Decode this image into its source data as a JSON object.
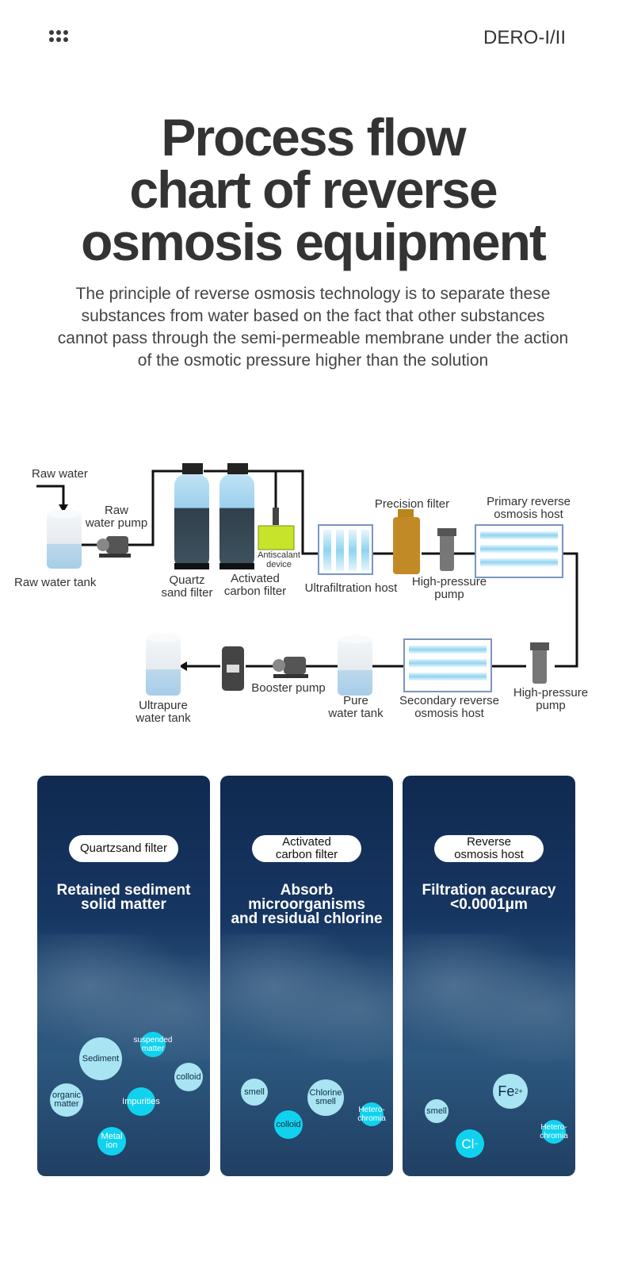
{
  "header": {
    "brand": "DERO-I/II"
  },
  "hero": {
    "title_lines": [
      "Process flow",
      "chart of reverse",
      "osmosis equipment"
    ],
    "subtitle": "The principle of reverse osmosis technology is to separate these substances from water based on the fact that other substances cannot pass through the semi-permeable membrane under the action of the osmotic pressure higher than the solution"
  },
  "diagram": {
    "raw_water": "Raw water",
    "raw_water_pump": [
      "Raw",
      "water pump"
    ],
    "raw_water_tank": "Raw water tank",
    "quartz_sand_filter": [
      "Quartz",
      "sand filter"
    ],
    "activated_carbon_filter": [
      "Activated",
      "carbon filter"
    ],
    "antiscalant_device": [
      "Antiscalant",
      "device"
    ],
    "ultrafiltration_host": "Ultrafiltration host",
    "precision_filter": "Precision filter",
    "high_pressure_pump_1": [
      "High-pressure",
      "pump"
    ],
    "primary_ro_host": [
      "Primary reverse",
      "osmosis host"
    ],
    "high_pressure_pump_2": [
      "High-pressure",
      "pump"
    ],
    "secondary_ro_host": [
      "Secondary reverse",
      "osmosis host"
    ],
    "pure_water_tank": [
      "Pure",
      "water tank"
    ],
    "booster_pump": "Booster pump",
    "ultrapure_water_tank": [
      "Ultrapure",
      "water tank"
    ]
  },
  "cards": [
    {
      "pill": "Quartzsand filter",
      "text_lines": [
        "Retained sediment",
        "solid matter"
      ],
      "bubbles": {
        "sediment": "Sediment",
        "suspended": "suspended matter",
        "colloid": "colloid",
        "organic": "organic matter",
        "impurities": "Impurities",
        "metal_ion": "Metal ion"
      }
    },
    {
      "pill_lines": [
        "Activated",
        "carbon filter"
      ],
      "text_lines": [
        "Absorb",
        "microorganisms",
        "and residual chlorine"
      ],
      "bubbles": {
        "smell": "smell",
        "chlorine_smell": "Chlorine smell",
        "colloid": "colloid",
        "heterochromia": "Hetero-chromia"
      }
    },
    {
      "pill_lines": [
        "Reverse",
        "osmosis host"
      ],
      "text_lines": [
        "Filtration accuracy",
        "<0.0001μm"
      ],
      "bubbles": {
        "fe": "Fe",
        "fe_sup": "2+",
        "smell": "smell",
        "cl": "Cl",
        "cl_sup": "−",
        "heterochromia": "Hetero-chromia"
      }
    }
  ],
  "colors": {
    "card_dark": "#102a50",
    "bubble_light": "#a8e4f2",
    "bubble_cyan": "#11d2ee",
    "water": "#9fd3ee"
  }
}
